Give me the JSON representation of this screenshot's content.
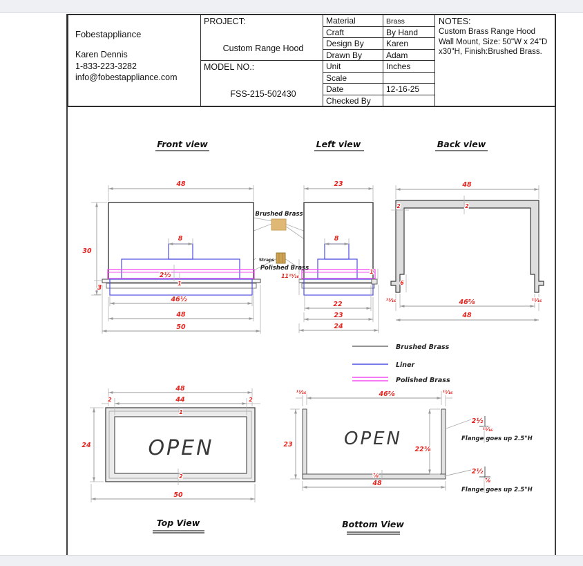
{
  "title_block": {
    "company": {
      "name": "Fobestappliance",
      "contact_name": "Karen Dennis",
      "phone": "1-833-223-3282",
      "email": "info@fobestappliance.com"
    },
    "project": {
      "label": "PROJECT:",
      "value": "Custom Range Hood"
    },
    "model": {
      "label": "MODEL NO.:",
      "value": "FSS-215-502430"
    },
    "fields": [
      {
        "label": "Material",
        "value": "Brass"
      },
      {
        "label": "Craft",
        "value": "By Hand"
      },
      {
        "label": "Design By",
        "value": "Karen"
      },
      {
        "label": "Drawn By",
        "value": "Adam"
      },
      {
        "label": "Unit",
        "value": "Inches"
      },
      {
        "label": "Scale",
        "value": ""
      },
      {
        "label": "Date",
        "value": "12-16-25"
      },
      {
        "label": "Checked By",
        "value": ""
      }
    ],
    "notes": {
      "label": "NOTES:",
      "text": "Custom Brass Range Hood Wall Mount, Size: 50\"W x 24\"D x30\"H, Finish:Brushed Brass."
    }
  },
  "colors": {
    "dimension_red": "#e3241f",
    "liner_blue": "#4d4de0",
    "polished_magenta": "#f24df2",
    "brass_swatch": "#dfb876",
    "outline": "#3c3c3c"
  },
  "materials": {
    "brushed": "Brushed Brass",
    "straps": "Straps",
    "polished": "Polished Brass"
  },
  "legend": [
    {
      "label": "Brushed Brass"
    },
    {
      "label": "Liner"
    },
    {
      "label": "Polished Brass"
    }
  ],
  "views": {
    "front": {
      "title": "Front view",
      "dims": {
        "top_width": "48",
        "height": "30",
        "liner_top": "8",
        "flange": "2½",
        "lip": "1",
        "base_height": "3",
        "inner_width": "46½",
        "body_width": "48",
        "total_width": "50"
      }
    },
    "left": {
      "title": "Left view",
      "dims": {
        "top_depth": "23",
        "liner_top": "8",
        "lip": "1",
        "side_height": "11¹⁵⁄₁₆",
        "inner_depth": "22",
        "body_depth": "23",
        "total_depth": "24"
      }
    },
    "back": {
      "title": "Back view",
      "dims": {
        "top_width": "48",
        "thickness_left": "2",
        "thickness_center": "2",
        "leg": "6",
        "bottom_left": "¹¹⁄₁₆",
        "inner_width": "46⅝",
        "bottom_right": "¹¹⁄₁₆",
        "bottom_width": "48"
      }
    },
    "top": {
      "title": "Top View",
      "open_label": "OPEN",
      "dims": {
        "width": "48",
        "inner_width": "44",
        "rim_left": "2",
        "rim_right": "2",
        "lip": "1",
        "depth": "24",
        "rim_bottom": "2",
        "total_width": "50"
      }
    },
    "bottom": {
      "title": "Bottom View",
      "open_label": "OPEN",
      "dims": {
        "wall_left": "¹¹⁄₁₆",
        "inner_width": "46⅝",
        "wall_right": "¹¹⁄₁₆",
        "depth": "23",
        "inner_depth": "22⅜",
        "wall_bottom": "⅞",
        "width": "48"
      },
      "callouts": [
        {
          "flange": "2½",
          "wall": "¹¹⁄₁₆",
          "note": "Flange goes up 2.5\"H"
        },
        {
          "flange": "2½",
          "wall": "⅞",
          "note": "Flange goes up 2.5\"H"
        }
      ]
    }
  }
}
